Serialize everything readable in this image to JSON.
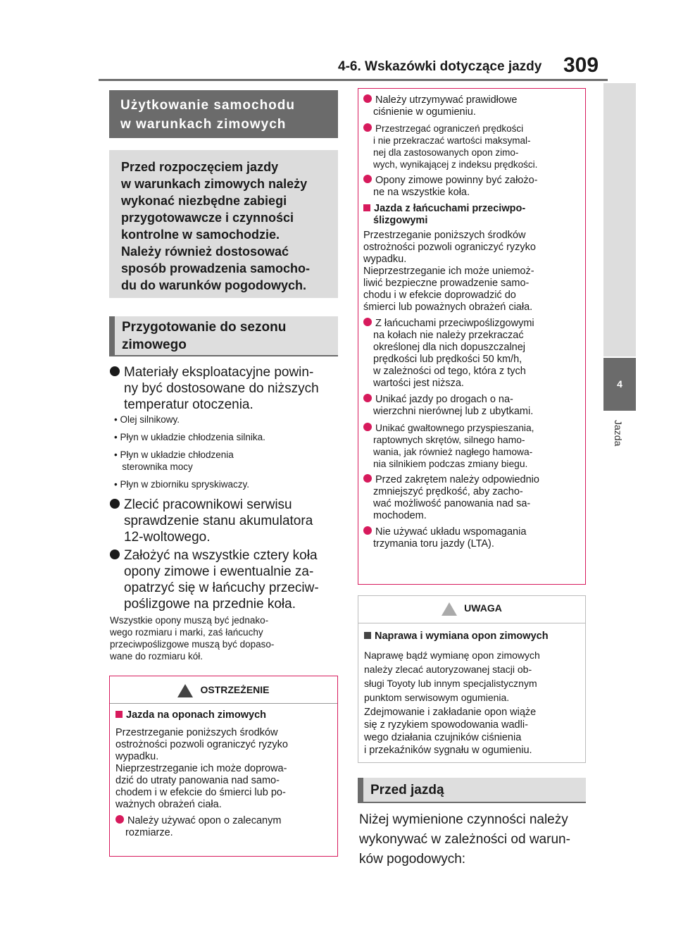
{
  "header": {
    "section": "4-6. Wskazówki dotyczące jazdy",
    "page": "309"
  },
  "side_tab": {
    "number": "4",
    "label": "Jazda"
  },
  "left": {
    "title": "Użytkowanie samochodu\nw warunkach zimowych",
    "intro": "Przed rozpoczęciem jazdy\nw warunkach zimowych należy\nwykonać niezbędne zabiegi\nprzygotowawcze i czynności\nkontrolne w samochodzie.\nNależy również dostosować\nsposób prowadzenia samocho-\ndu do warunków pogodowych.",
    "subtitle": "Przygotowanie do sezonu\nzimowego",
    "b1": "Materiały eksploatacyjne powin-\nny być dostosowane do niższych\ntemperatur otoczenia.",
    "list": [
      "• Olej silnikowy.",
      "• Płyn w układzie chłodzenia silnika.",
      "• Płyn w układzie chłodzenia\n   sterownika mocy",
      "• Płyn w zbiorniku spryskiwaczy."
    ],
    "b2": "Zlecić pracownikowi serwisu\nsprawdzenie stanu akumulatora\n12-woltowego.",
    "b3": "Założyć na wszystkie cztery koła\nopony zimowe i ewentualnie za-\nopatrzyć się w łańcuchy przeciw-\npoślizgowe na przednie koła.",
    "note": "Wszystkie opony muszą być jednako-\nwego rozmiaru i marki, zaś łańcuchy\nprzeciwpoślizgowe muszą być dopaso-\nwane do rozmiaru kół.",
    "warn_head": "OSTRZEŻENIE",
    "warn_sub": "Jazda na oponach zimowych",
    "warn_text": "Przestrzeganie poniższych środków\nostrożności pozwoli ograniczyć ryzyko\nwypadku.\nNieprzestrzeganie ich może doprowa-\ndzić do utraty panowania nad samo-\nchodem i w efekcie do śmierci lub po-\nważnych obrażeń ciała.",
    "warn_b1": "Należy używać opon o zalecanym\nrozmiarze."
  },
  "right": {
    "r1": "Należy utrzymywać prawidłowe\nciśnienie w ogumieniu.",
    "r2": "Przestrzegać ograniczeń prędkości\ni nie przekraczać wartości maksymal-\nnej dla zastosowanych opon zimo-\nwych, wynikającej z indeksu prędkości.",
    "r3": "Opony zimowe powinny być założo-\nne na wszystkie koła.",
    "chains_head": "Jazda z łańcuchami przeciwpo-\nślizgowymi",
    "chains_text": "Przestrzeganie poniższych środków\nostrożności pozwoli ograniczyć ryzyko\nwypadku.\nNieprzestrzeganie ich może uniemoż-\nliwić bezpieczne prowadzenie samo-\nchodu i w efekcie doprowadzić do\nśmierci lub poważnych obrażeń ciała.",
    "r4": "Z łańcuchami przeciwpoślizgowymi\nna kołach nie należy przekraczać\nokreślonej dla nich dopuszczalnej\nprędkości lub prędkości 50 km/h,\nw zależności od tego, która z tych\nwartości jest niższa.",
    "r5": "Unikać jazdy po drogach o na-\nwierzchni nierównej lub z ubytkami.",
    "r6": "Unikać gwałtownego przyspieszania,\nraptownych skrętów, silnego hamo-\nwania, jak również nagłego hamowa-\nnia silnikiem podczas zmiany biegu.",
    "r7": "Przed zakrętem należy odpowiednio\nzmniejszyć prędkość, aby zacho-\nwać możliwość panowania nad sa-\nmochodem.",
    "r8": "Nie używać układu wspomagania\ntrzymania toru jazdy (LTA).",
    "uwaga_head": "UWAGA",
    "uwaga_sub": "Naprawa i wymiana opon zimowych",
    "uwaga_text1": "Naprawę bądź wymianę opon zimowych\nnależy zlecać autoryzowanej stacji ob-\nsługi Toyoty lub innym specjalistycznym\npunktom serwisowym ogumienia.",
    "uwaga_text2": "Zdejmowanie i zakładanie opon wiąże\nsię z ryzykiem spowodowania wadli-\nwego działania czujników ciśnienia\ni przekaźników sygnału w ogumieniu.",
    "przed_title": "Przed jazdą",
    "przed_text": "Niżej wymienione czynności należy\nwykonywać w zależności od warun-\nków pogodowych:"
  }
}
